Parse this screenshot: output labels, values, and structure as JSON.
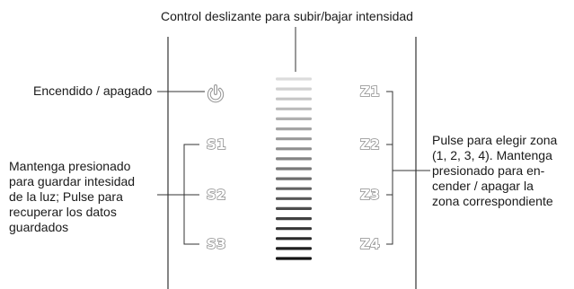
{
  "annotations": {
    "slider_caption": "Control deslizante para subir/bajar intensidad",
    "power_caption": "Encendido / apagado",
    "scene_note": [
      "Mantenga presionado",
      "para guardar intesidad",
      "de la luz; Pulse para",
      "recuperar los datos",
      "guardados"
    ],
    "zone_note": [
      "Pulse para elegir zona",
      "(1, 2, 3, 4). Mantenga",
      "presionado para en-",
      "cender / apagar la",
      "zona correspondiente"
    ]
  },
  "panel": {
    "power_icon": "power-icon",
    "scene_buttons": [
      "S1",
      "S2",
      "S3"
    ],
    "zone_buttons": [
      "Z1",
      "Z2",
      "Z3",
      "Z4"
    ],
    "slider": {
      "levels": 19,
      "colors": {
        "lightest": "#dcdcdc",
        "darkest": "#141414"
      }
    }
  }
}
